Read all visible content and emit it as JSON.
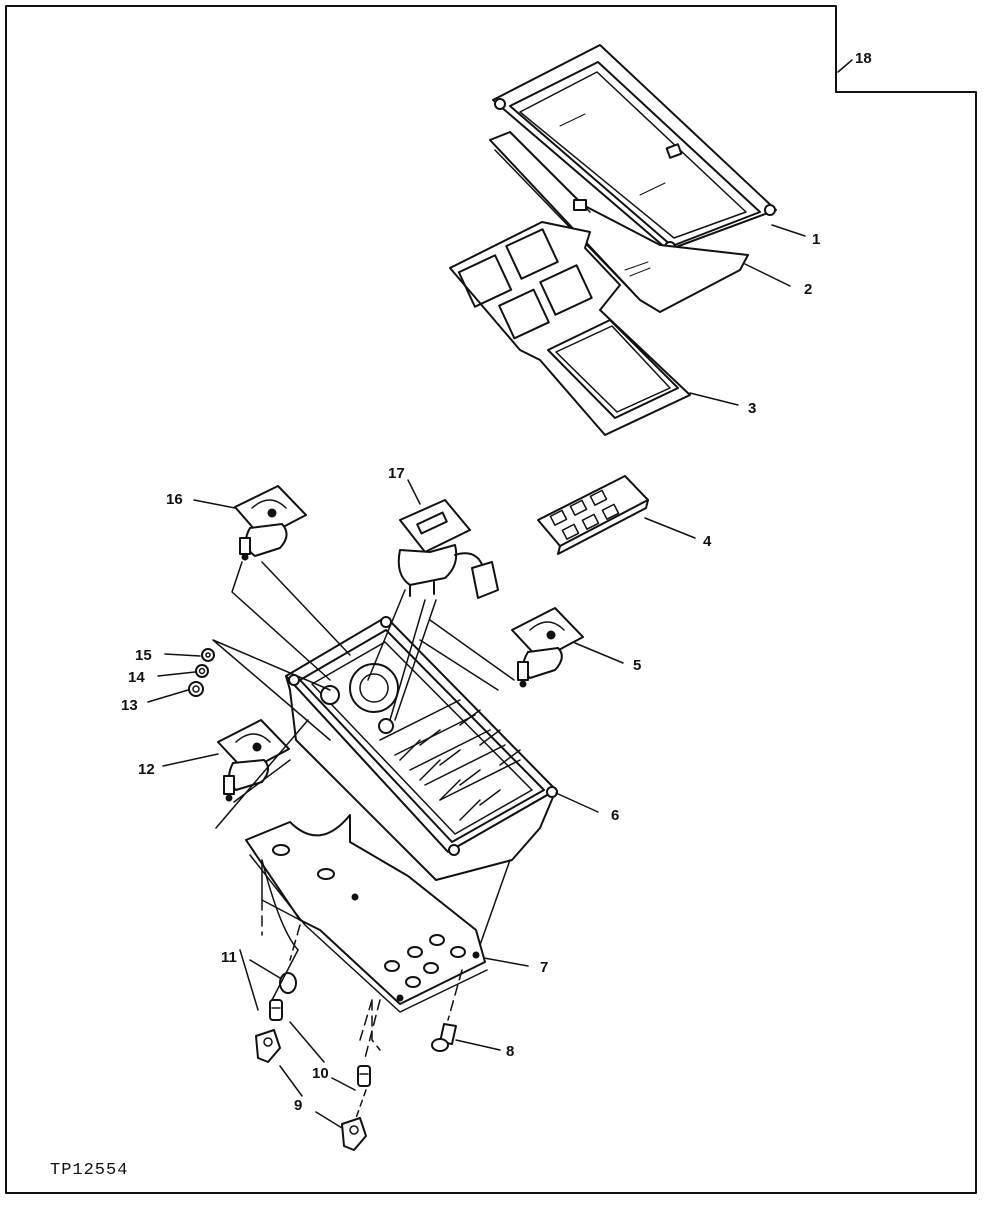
{
  "diagram": {
    "figure_id": "TP12554",
    "callouts": [
      {
        "id": "c1",
        "label": "1"
      },
      {
        "id": "c2",
        "label": "2"
      },
      {
        "id": "c3",
        "label": "3"
      },
      {
        "id": "c4",
        "label": "4"
      },
      {
        "id": "c5",
        "label": "5"
      },
      {
        "id": "c6",
        "label": "6"
      },
      {
        "id": "c7",
        "label": "7"
      },
      {
        "id": "c8",
        "label": "8"
      },
      {
        "id": "c9",
        "label": "9"
      },
      {
        "id": "c10",
        "label": "10"
      },
      {
        "id": "c11",
        "label": "11"
      },
      {
        "id": "c12",
        "label": "12"
      },
      {
        "id": "c13",
        "label": "13"
      },
      {
        "id": "c14",
        "label": "14"
      },
      {
        "id": "c15",
        "label": "15"
      },
      {
        "id": "c16",
        "label": "16"
      },
      {
        "id": "c17",
        "label": "17"
      },
      {
        "id": "c18",
        "label": "18"
      }
    ]
  }
}
